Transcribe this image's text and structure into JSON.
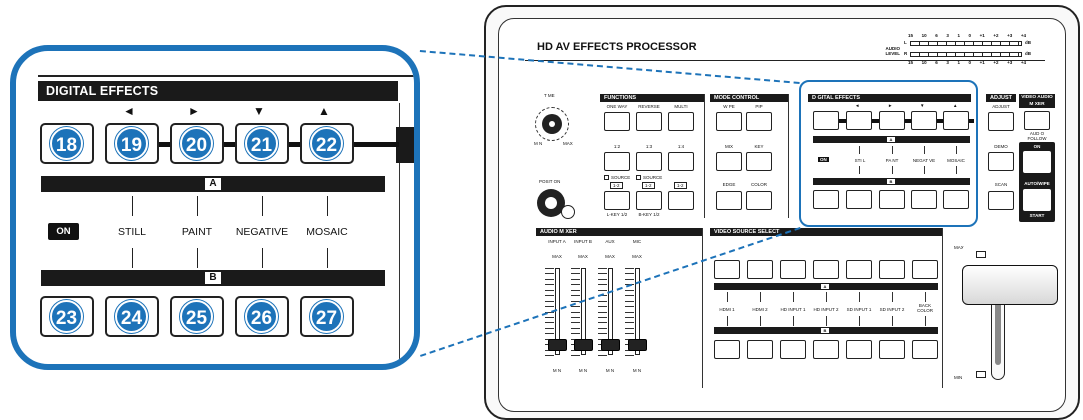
{
  "callout": {
    "panel_title": "DIGITAL EFFECTS",
    "arrows": [
      "◄",
      "►",
      "▼",
      "▲"
    ],
    "top_badges": [
      "18",
      "19",
      "20",
      "21",
      "22"
    ],
    "bottom_badges": [
      "23",
      "24",
      "25",
      "26",
      "27"
    ],
    "bus_a": "A",
    "bus_b": "B",
    "on_label": "ON",
    "effects": [
      "STILL",
      "PAINT",
      "NEGATIVE",
      "MOSAIC"
    ]
  },
  "device": {
    "title": "HD AV EFFECTS PROCESSOR",
    "audio_level": {
      "label_line1": "AUDIO",
      "label_line2": "LEVEL",
      "l": "L",
      "r": "R",
      "scale": [
        "15",
        "10",
        "6",
        "3",
        "1",
        "0",
        "+1",
        "+2",
        "+3",
        "+4"
      ],
      "unit": "dB"
    },
    "time": {
      "label": "T ME",
      "min": "M N",
      "max": "MAX"
    },
    "position": "POSIT ON",
    "functions": {
      "title": "FUNCTIONS",
      "row1": [
        "ONE WAY",
        "REVERSE",
        "MULTI"
      ],
      "row2": [
        "1:2",
        "1:3",
        "1:4"
      ],
      "source": "SOURCE",
      "key_tags": [
        "1-2",
        "1-2",
        "1-2"
      ],
      "row3": [
        "L-KEY 1/2",
        "B-KEY 1/2"
      ]
    },
    "mode_control": {
      "title": "MODE CONTROL",
      "row1": [
        "W PE",
        "PIP"
      ],
      "row2": [
        "MIX",
        "KEY"
      ],
      "row3": [
        "EDGE",
        "COLOR"
      ]
    },
    "digital_effects": {
      "title": "D GITAL EFFECTS",
      "arrows": [
        "◄",
        "►",
        "▼",
        "▲"
      ],
      "bus_a": "A",
      "bus_b": "B",
      "on_label": "ON",
      "effects": [
        "STI L",
        "PA NT",
        "NEGAT VE",
        "MOSAIC"
      ]
    },
    "adjust": {
      "title": "ADJUST",
      "buttons": [
        "ADJUST",
        "DEMO",
        "SCAN"
      ]
    },
    "video_audio_mixer": {
      "title_line1": "VIDEO AUDIO",
      "title_line2": "M XER",
      "follow_line1": "AUD O",
      "follow_line2": "FOLLOW",
      "on": "ON",
      "auto_wipe": "AUTO/WIPE",
      "start": "START"
    },
    "audio_mixer": {
      "title": "AUDIO M XER",
      "channels": [
        "INPUT A",
        "INPUT B",
        "AUX",
        "MIC"
      ],
      "max": "MAX",
      "min": "M N",
      "levels": [
        0.05,
        0.05,
        0.05,
        0.05
      ]
    },
    "video_source_select": {
      "title": "VIDEO SOURCE SELECT",
      "bus_a": "A",
      "bus_b": "B",
      "sources": [
        "HDMI 1",
        "HDMI 2",
        "HD INPUT 1",
        "HD INPUT 2",
        "SD INPUT 1",
        "SD INPUT 2"
      ],
      "back_color_line1": "BACK",
      "back_color_line2": "COLOR"
    },
    "tbar": {
      "max": "MAX",
      "min": "MIN",
      "level": 1.0
    }
  },
  "colors": {
    "accent": "#1d73b9",
    "panel_black": "#1a1a1a"
  }
}
